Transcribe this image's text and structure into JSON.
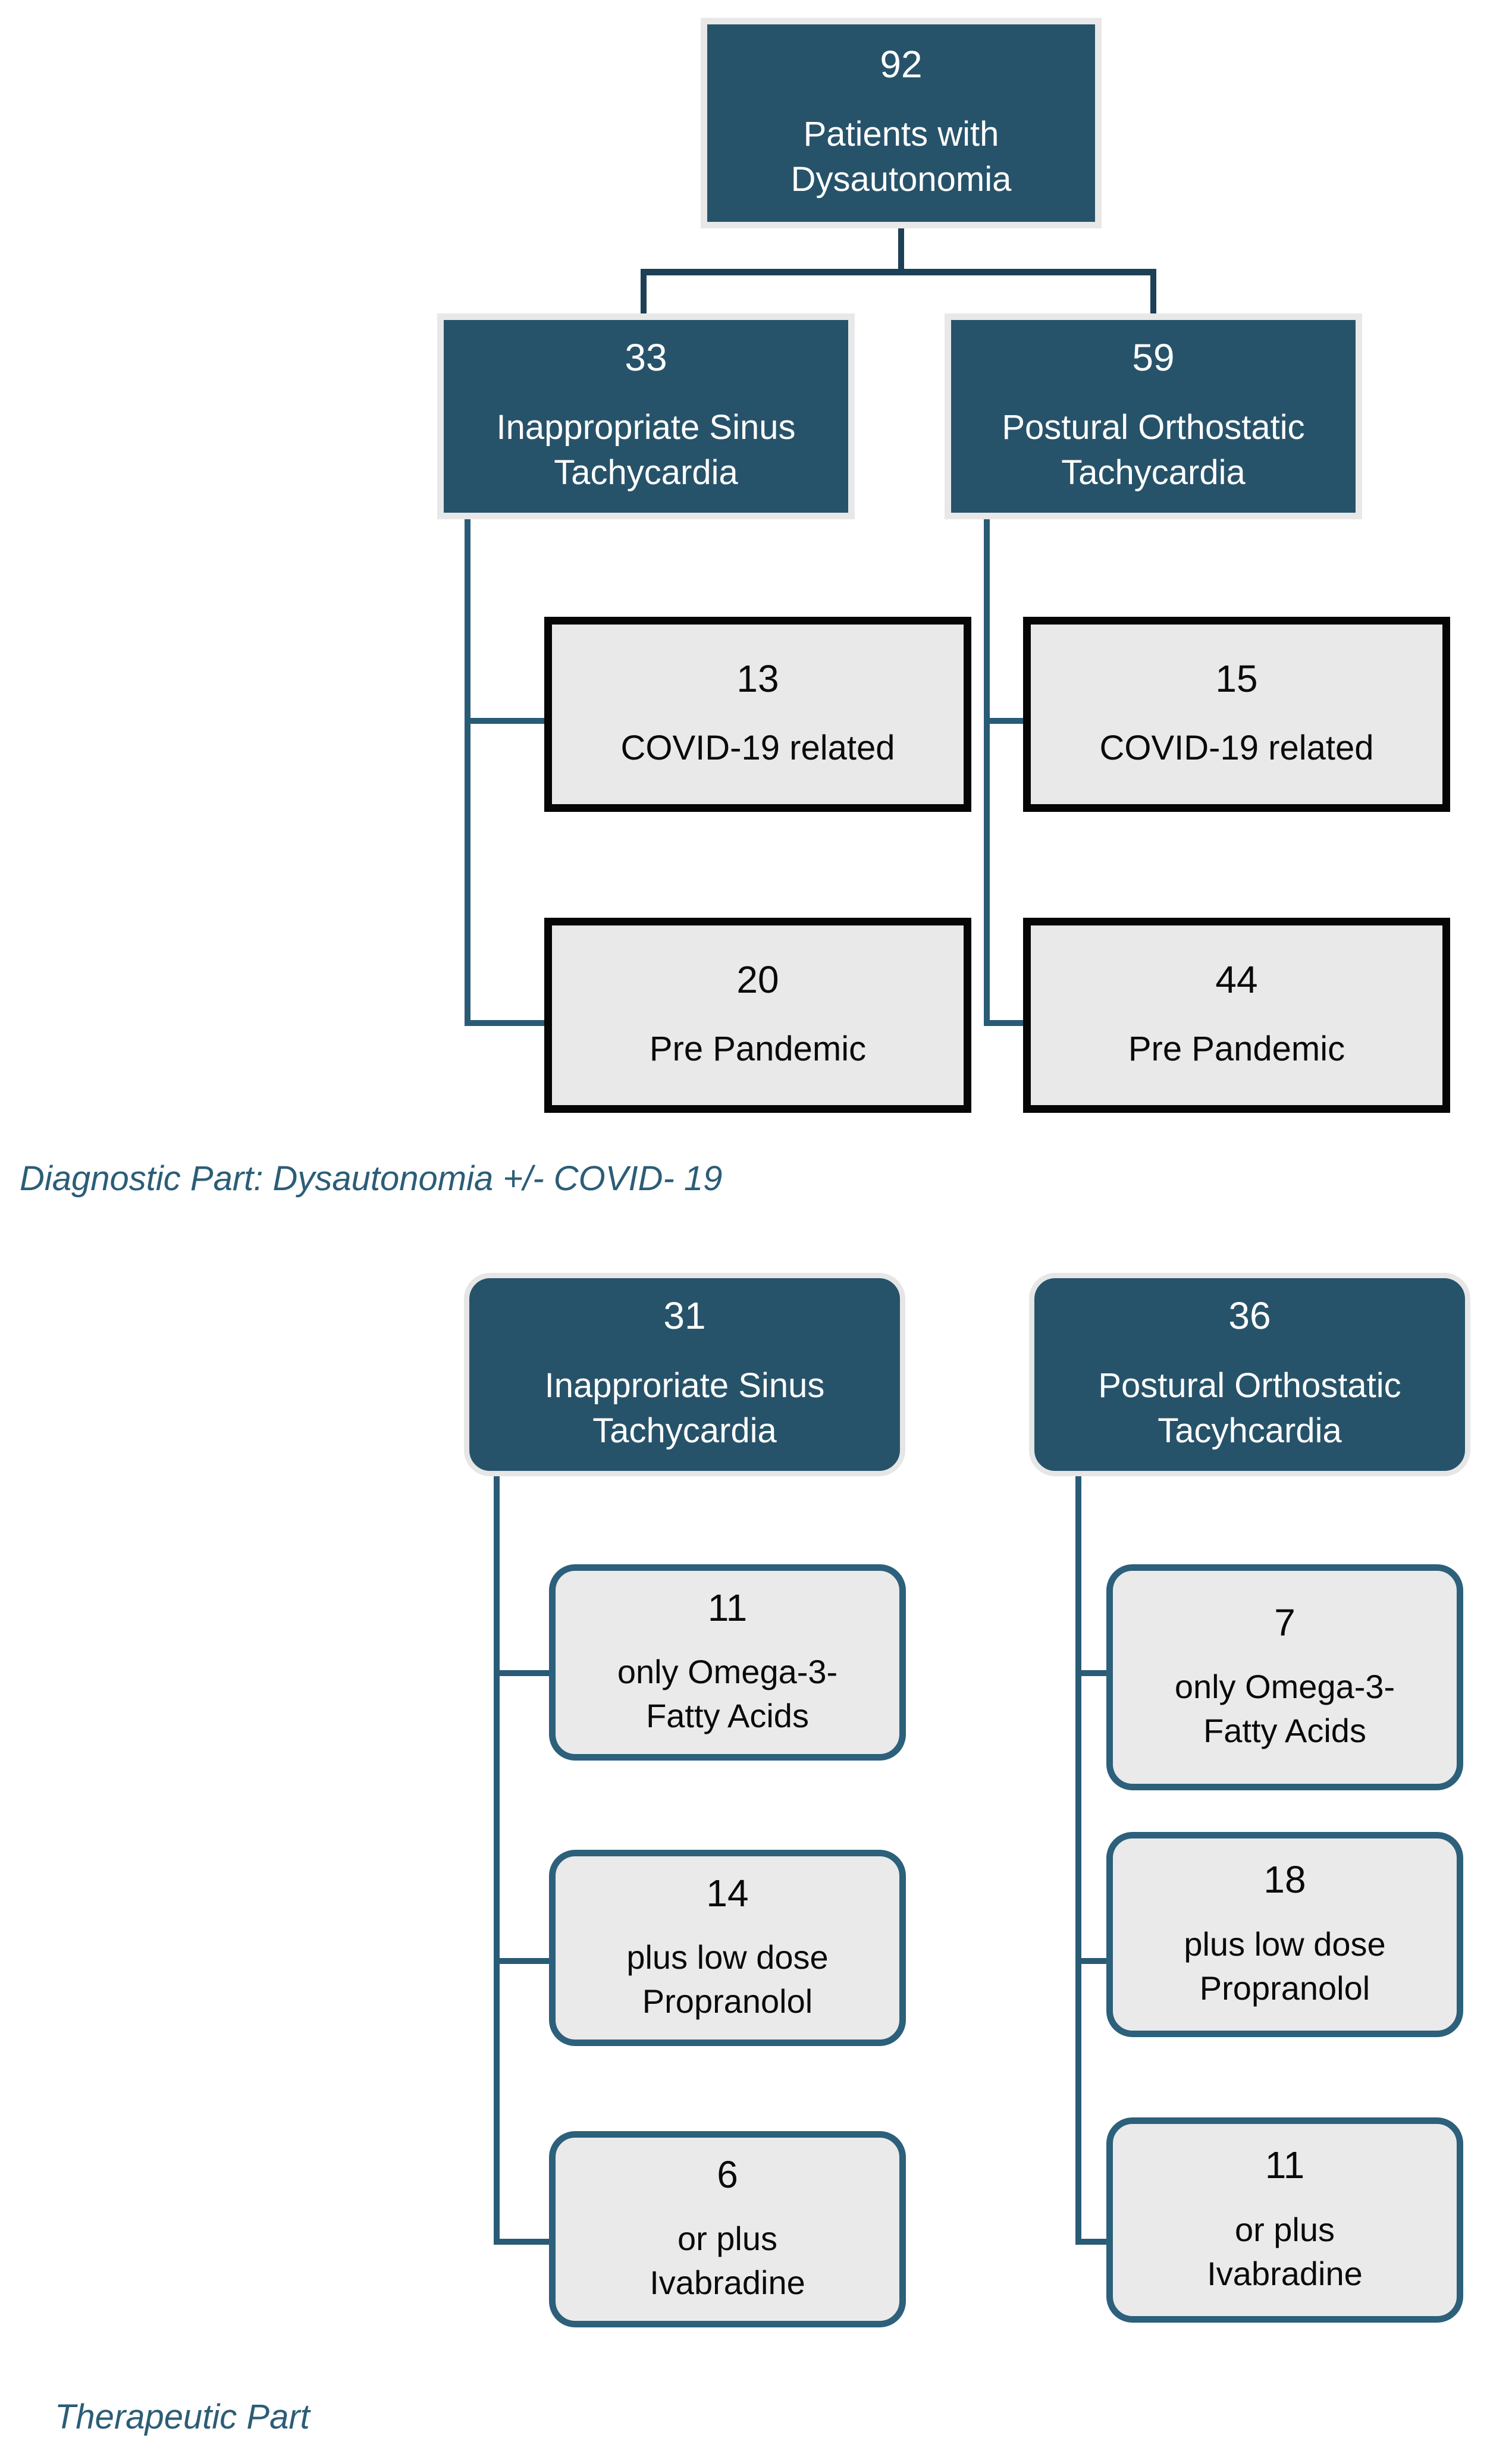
{
  "title": "Patient flow diagram: Dysautonomia diagnostic and therapeutic parts",
  "colors": {
    "dark_box_fill": "#27536A",
    "dark_box_frame": "#E8E8E8",
    "gray_box_fill": "#E9E9E9",
    "gray_box_border_black": "#060606",
    "round_box_border_teal": "#2C607B",
    "connector_teal": "#2A5B76",
    "connector_dark": "#1C4056",
    "section_label_text": "#2B5D77",
    "page_background": "#FFFFFF"
  },
  "diagnostic": {
    "section_label": "Diagnostic Part: Dysautonomia +/- COVID- 19",
    "root": {
      "count": "92",
      "label": "Patients with\nDysautonomia"
    },
    "branches": [
      {
        "count": "33",
        "label": "Inappropriate Sinus\nTachycardia",
        "children": [
          {
            "count": "13",
            "label": "COVID-19 related"
          },
          {
            "count": "20",
            "label": "Pre Pandemic"
          }
        ]
      },
      {
        "count": "59",
        "label": "Postural Orthostatic\nTachycardia",
        "children": [
          {
            "count": "15",
            "label": "COVID-19 related"
          },
          {
            "count": "44",
            "label": "Pre Pandemic"
          }
        ]
      }
    ]
  },
  "therapeutic": {
    "section_label": "Therapeutic Part",
    "branches": [
      {
        "count": "31",
        "label": "Inapproriate Sinus\nTachycardia",
        "children": [
          {
            "count": "11",
            "label": "only Omega-3-\nFatty Acids"
          },
          {
            "count": "14",
            "label": "plus low dose\nPropranolol"
          },
          {
            "count": "6",
            "label": "or plus\nIvabradine"
          }
        ]
      },
      {
        "count": "36",
        "label": "Postural Orthostatic\nTacyhcardia",
        "children": [
          {
            "count": "7",
            "label": "only Omega-3-\nFatty Acids"
          },
          {
            "count": "18",
            "label": "plus low dose\nPropranolol"
          },
          {
            "count": "11",
            "label": "or plus\nIvabradine"
          }
        ]
      }
    ]
  }
}
